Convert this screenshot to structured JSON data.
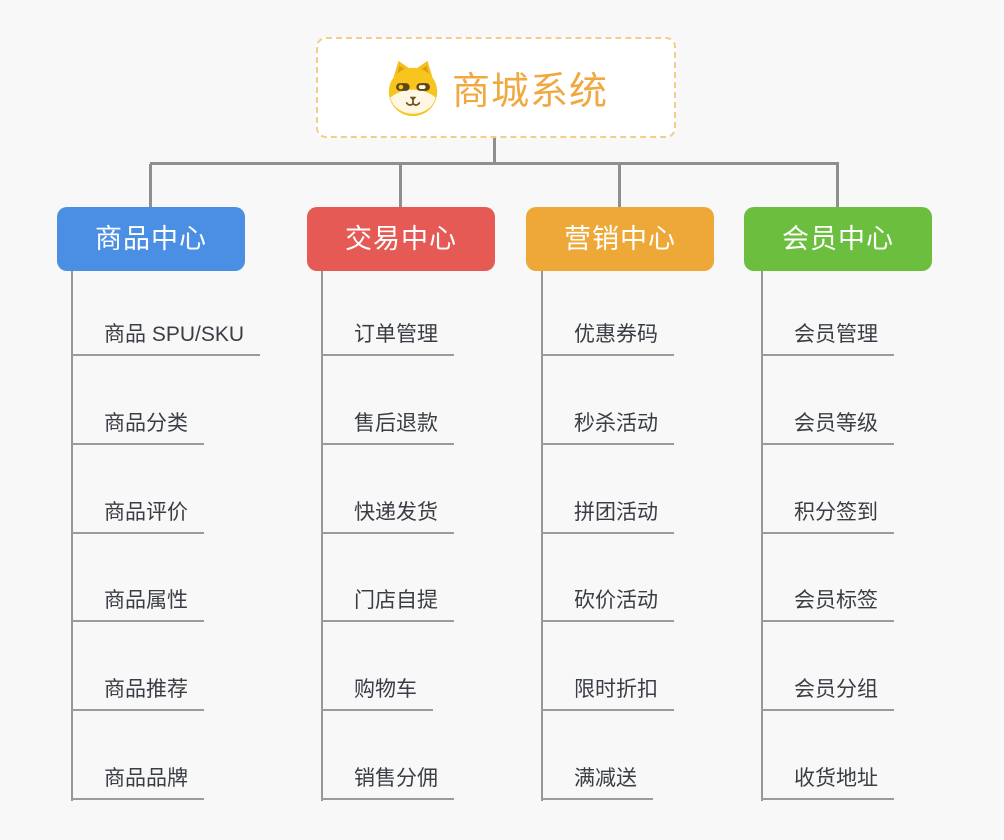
{
  "root": {
    "title": "商城系统",
    "icon": "dog-face-icon",
    "title_color": "#F0A940",
    "border_color": "#F4CD8D"
  },
  "colors": {
    "background": "#F8F8F8",
    "connector": "#8F8F8F",
    "leaf_text": "#3A3E44"
  },
  "branches": [
    {
      "label": "商品中心",
      "color": "#4A8FE3",
      "items": [
        "商品 SPU/SKU",
        "商品分类",
        "商品评价",
        "商品属性",
        "商品推荐",
        "商品品牌"
      ]
    },
    {
      "label": "交易中心",
      "color": "#E55A55",
      "items": [
        "订单管理",
        "售后退款",
        "快递发货",
        "门店自提",
        "购物车",
        "销售分佣"
      ]
    },
    {
      "label": "营销中心",
      "color": "#EEA838",
      "items": [
        "优惠券码",
        "秒杀活动",
        "拼团活动",
        "砍价活动",
        "限时折扣",
        "满减送"
      ]
    },
    {
      "label": "会员中心",
      "color": "#6CBE3E",
      "items": [
        "会员管理",
        "会员等级",
        "积分签到",
        "会员标签",
        "会员分组",
        "收货地址"
      ]
    }
  ]
}
